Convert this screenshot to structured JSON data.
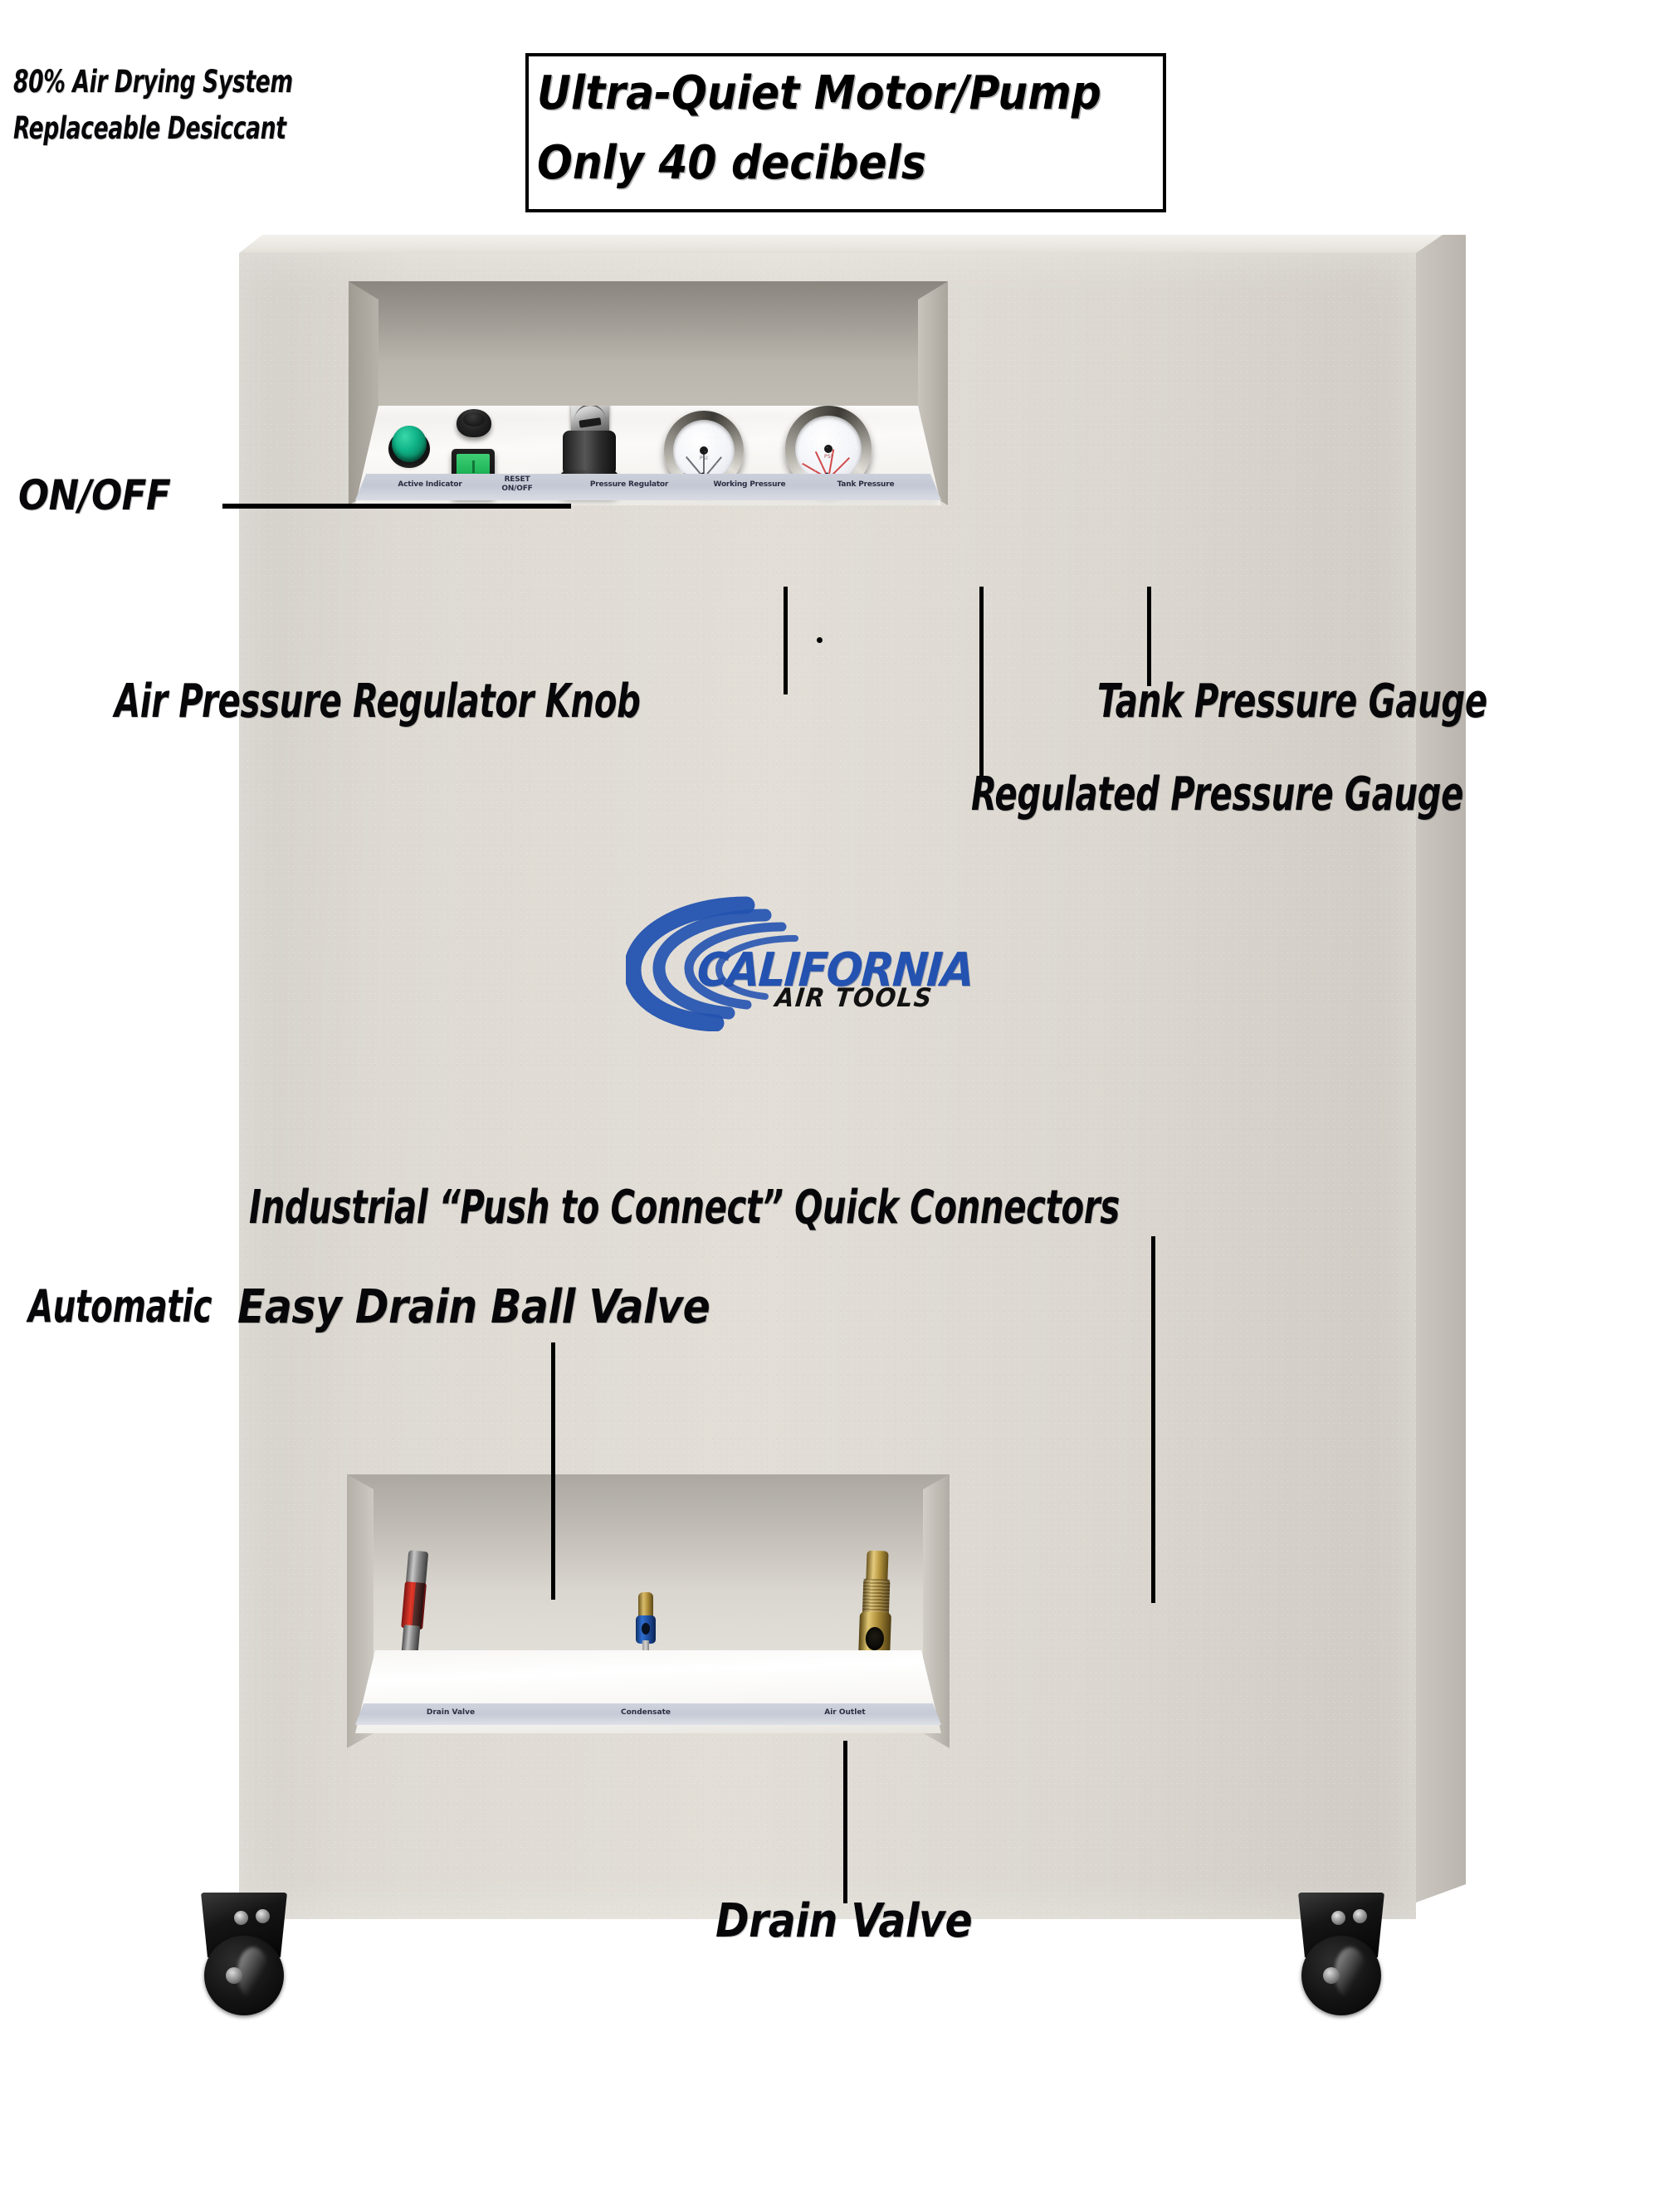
{
  "page": {
    "background": "#ffffff",
    "subject": "California Air Tools ultra-quiet air compressor cabinet (front view, annotated)"
  },
  "headline_box": {
    "line1": "Ultra-Quiet Motor/Pump",
    "line2": "Only 40 decibels"
  },
  "top_left_notes": {
    "line1": "80% Air Drying System",
    "line2": "Replaceable Desiccant"
  },
  "callouts": [
    {
      "id": "on-off",
      "text": "ON/OFF"
    },
    {
      "id": "regulator-knob",
      "text": "Air Pressure Regulator Knob"
    },
    {
      "id": "tank-gauge",
      "text": "Tank Pressure Gauge"
    },
    {
      "id": "regulated-gauge",
      "text": "Regulated Pressure Gauge"
    },
    {
      "id": "quick-connectors",
      "text": "Industrial “Push to Connect” Quick Connectors"
    },
    {
      "id": "automatic",
      "text": "Automatic"
    },
    {
      "id": "easy-drain",
      "text": "Easy Drain Ball Valve"
    },
    {
      "id": "drain-valve",
      "text": "Drain Valve"
    }
  ],
  "control_panel": {
    "labels": [
      {
        "id": "active-indicator",
        "text": "Active Indicator"
      },
      {
        "id": "reset-onoff",
        "line1": "RESET",
        "line2": "ON/OFF"
      },
      {
        "id": "pressure-regulator",
        "text": "Pressure Regulator"
      },
      {
        "id": "working-pressure",
        "text": "Working Pressure"
      },
      {
        "id": "tank-pressure",
        "text": "Tank Pressure"
      }
    ],
    "gauges": {
      "working": {
        "unit": "PSI",
        "needle_deg": -118
      },
      "tank": {
        "unit": "PSI",
        "needle_deg": -122
      }
    }
  },
  "bottom_panel": {
    "labels": [
      {
        "id": "drain-valve-port",
        "text": "Drain Valve"
      },
      {
        "id": "condensate-port",
        "text": "Condensate"
      },
      {
        "id": "air-outlet-port",
        "text": "Air Outlet"
      }
    ]
  },
  "logo": {
    "wordmark": "CALIFORNIA",
    "subword": "AIR TOOLS",
    "brand_blue": "#2352b0",
    "subword_color": "#121212"
  },
  "colors": {
    "cabinet_face": "#ded9d2",
    "cabinet_shadow": "#b4afa7",
    "recess_wall": "#b3aea6",
    "label_strip": "#c6cad6",
    "indicator_green": "#16b98d",
    "rocker_green": "#1fb558",
    "drain_red": "#c62b1e",
    "brass": "#c8a84e",
    "connector_blue": "#2559ae",
    "caster_black": "#0b0b0b",
    "annotation_black": "#07070a"
  }
}
